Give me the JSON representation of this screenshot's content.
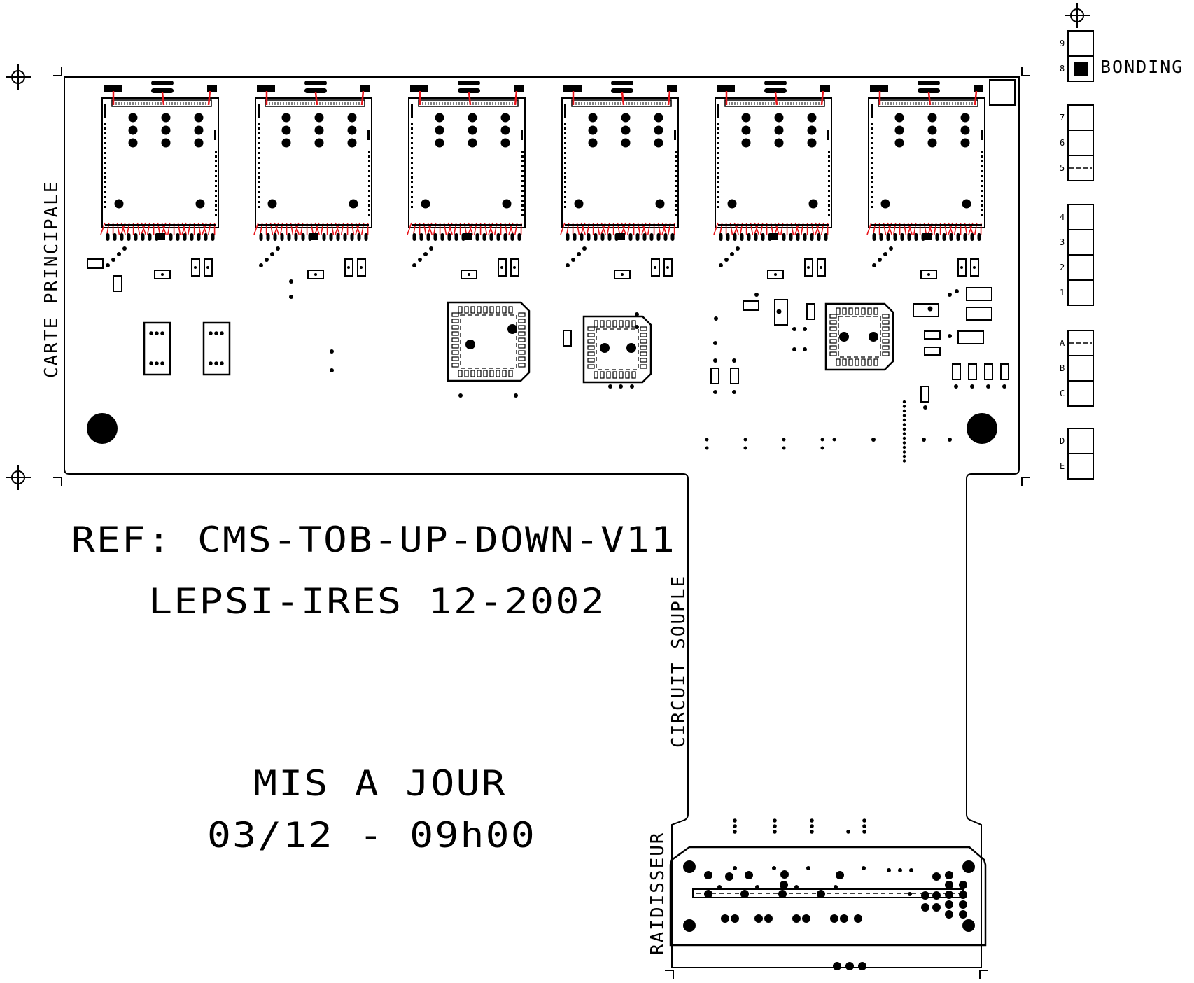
{
  "title": {
    "ref": "REF: CMS-TOB-UP-DOWN-V11",
    "lab": "LEPSI-IRES 12-2002",
    "update_label": "MIS A JOUR",
    "update_time": "03/12 - 09h00"
  },
  "labels": {
    "main_board": "CARTE PRINCIPALE",
    "flex_circuit": "CIRCUIT SOUPLE",
    "stiffener": "RAIDISSEUR",
    "bonding": "BONDING"
  },
  "bonding_pads": {
    "numbers": [
      "9",
      "8",
      "7",
      "6",
      "5",
      "4",
      "3",
      "2",
      "1"
    ],
    "letters": [
      "A",
      "B",
      "C",
      "D",
      "E"
    ],
    "filled": "8"
  },
  "hybrids": {
    "count": 6
  },
  "colors": {
    "line": "#000000",
    "bond_wire": "#e8141a",
    "background": "#ffffff"
  }
}
